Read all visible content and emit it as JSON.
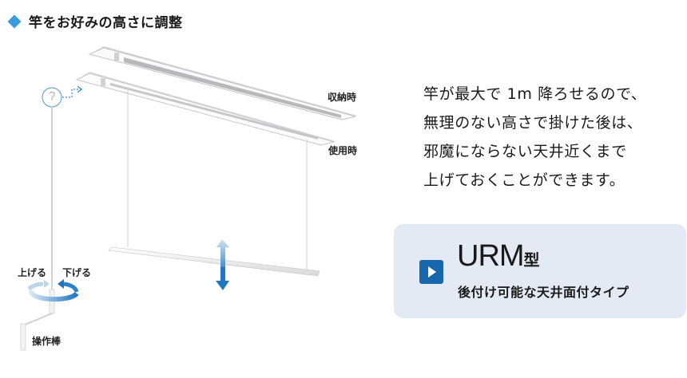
{
  "header": {
    "title": "竿をお好みの高さに調整",
    "bullet_icon": "diamond-icon",
    "bullet_color": "#3a9ad9"
  },
  "illustration": {
    "labels": {
      "stored": "収納時",
      "in_use": "使用時",
      "raise": "上げる",
      "lower": "下げる",
      "operating_rod": "操作棒"
    },
    "arrow_color": "#1f77c4"
  },
  "description": {
    "lines": [
      "竿が最大で 1m 降ろせるので、",
      "無理のない高さで掛けた後は、",
      "邪魔にならない天井近くまで",
      "上げておくことができます。"
    ]
  },
  "model_card": {
    "icon": "play-icon",
    "model_name": "URM",
    "model_suffix": "型",
    "subtitle": "後付け可能な天井面付タイプ",
    "background": "#e4eaf3",
    "accent": "#1767ad"
  }
}
